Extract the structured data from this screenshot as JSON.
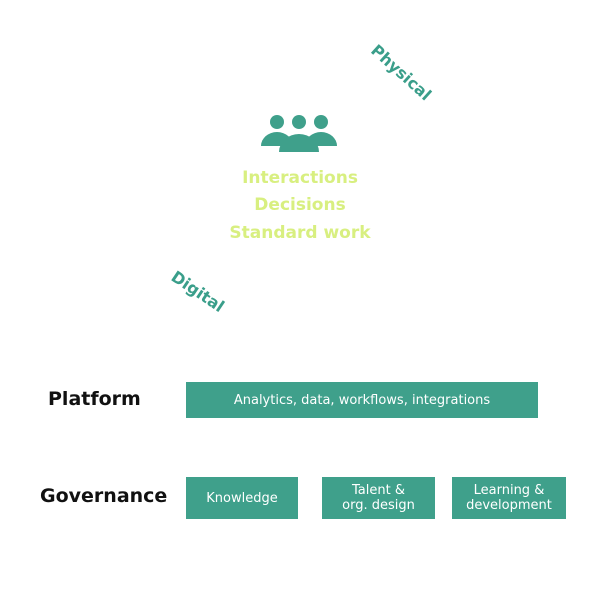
{
  "diagram": {
    "center": {
      "icon": "people-group-icon",
      "lines": [
        "Interactions",
        "Decisions",
        "Standard work"
      ]
    },
    "axes": {
      "physical": "Physical",
      "digital": "Digital"
    },
    "platform": {
      "label": "Platform",
      "box": "Analytics, data, workflows, integrations"
    },
    "governance": {
      "label": "Governance",
      "boxes": [
        "Knowledge",
        "Talent &\norg. design",
        "Learning &\ndevelopment"
      ]
    }
  },
  "colors": {
    "teal": "#3fa08b",
    "lime": "#d8ef80",
    "label_teal": "#3a9e8a",
    "text_dark": "#111111"
  }
}
